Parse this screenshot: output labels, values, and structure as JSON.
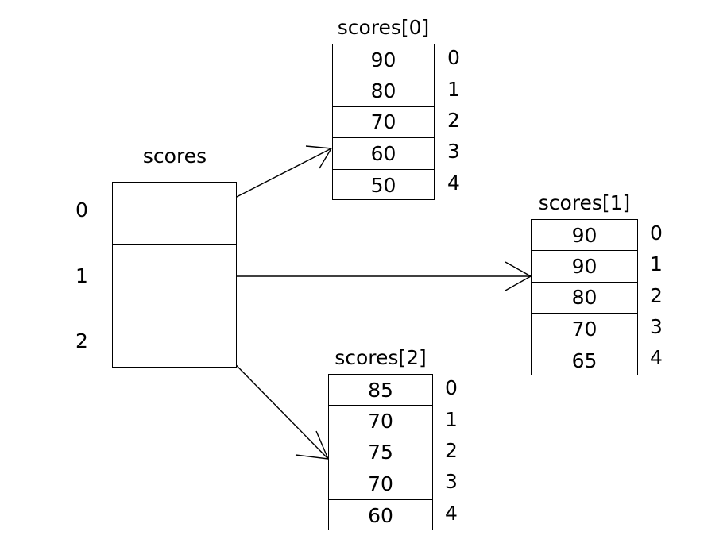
{
  "diagram": {
    "type": "array-of-arrays-pointer-diagram",
    "stroke_color": "#000000",
    "background_color": "#ffffff"
  },
  "root_array": {
    "label": "scores",
    "indices": [
      "0",
      "1",
      "2"
    ],
    "cells": [
      "",
      "",
      ""
    ]
  },
  "sub_arrays": [
    {
      "label": "scores[0]",
      "indices": [
        "0",
        "1",
        "2",
        "3",
        "4"
      ],
      "values": [
        "90",
        "80",
        "70",
        "60",
        "50"
      ]
    },
    {
      "label": "scores[1]",
      "indices": [
        "0",
        "1",
        "2",
        "3",
        "4"
      ],
      "values": [
        "90",
        "90",
        "80",
        "70",
        "65"
      ]
    },
    {
      "label": "scores[2]",
      "indices": [
        "0",
        "1",
        "2",
        "3",
        "4"
      ],
      "values": [
        "85",
        "70",
        "75",
        "70",
        "60"
      ]
    }
  ],
  "pointers": [
    {
      "from_index": "0",
      "to_label": "scores[0]"
    },
    {
      "from_index": "1",
      "to_label": "scores[1]"
    },
    {
      "from_index": "2",
      "to_label": "scores[2]"
    }
  ]
}
